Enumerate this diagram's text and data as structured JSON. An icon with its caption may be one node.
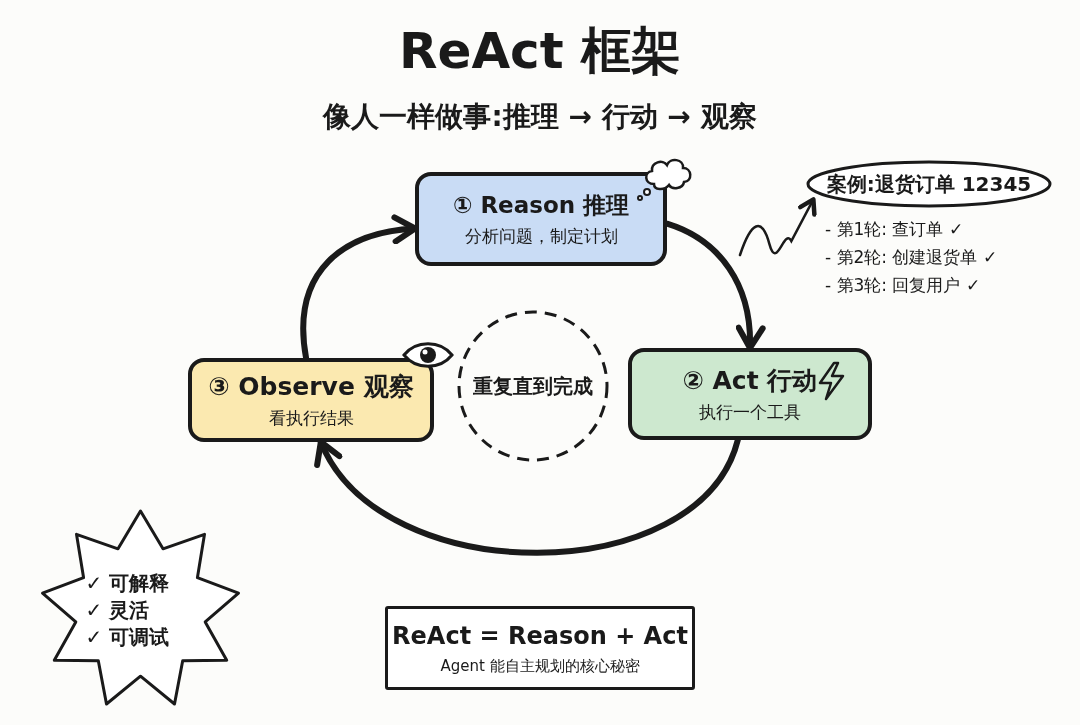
{
  "diagram": {
    "title": "ReAct 框架",
    "nodes": [
      {
        "text": [
          "① Reason 推理",
          "分析问题，制定计划"
        ]
      },
      {
        "text": [
          "② Act 行动",
          "执行一个工具"
        ]
      },
      {
        "text": [
          "③ Observe 观察",
          "看执行结果"
        ]
      },
      {
        "text": [
          "重复直到完成"
        ]
      },
      {
        "text": [
          "案例:退货订单 12345"
        ],
        "beside": [
          "- 第1轮: 查订单 ✓",
          "- 第2轮: 创建退货单 ✓",
          "- 第3轮: 回复用户 ✓"
        ]
      },
      {
        "text": [
          "✓ 可解释",
          "✓ 灵活",
          "✓ 可调试"
        ]
      },
      {
        "text": [
          "ReAct = Reason + Act",
          "Agent 能自主规划的核心秘密"
        ]
      }
    ],
    "edges": [
      {
        "from": 0,
        "to": 1,
        "arrow": "to"
      },
      {
        "from": 1,
        "to": 2,
        "arrow": "to"
      },
      {
        "from": 2,
        "to": 0,
        "arrow": "to"
      },
      {
        "from": null,
        "to": 4,
        "arrow": "to"
      }
    ],
    "labels": [
      "像人一样做事:推理 → 行动 → 观察"
    ]
  }
}
